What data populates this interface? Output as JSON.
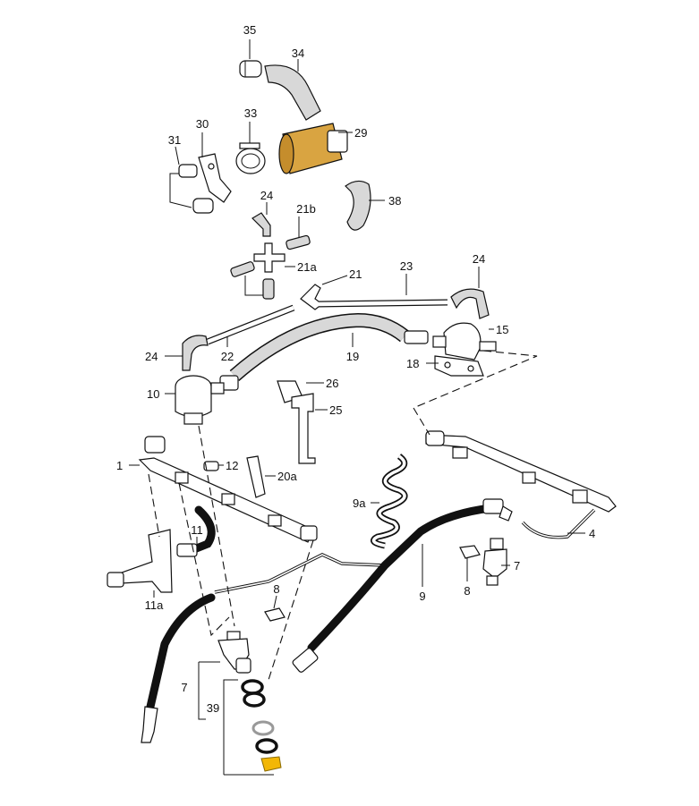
{
  "labels": [
    "35",
    "34",
    "29",
    "33",
    "30",
    "31",
    "38",
    "24",
    "21b",
    "21a",
    "21",
    "23",
    "24",
    "15",
    "18",
    "24",
    "22",
    "19",
    "10",
    "26",
    "25",
    "1",
    "12",
    "20a",
    "9a",
    "4",
    "11",
    "7",
    "8",
    "9",
    "11a",
    "8",
    "7",
    "39"
  ],
  "colors": {
    "solenoid": "#d9a441",
    "plug": "#f2b705",
    "line": "#111111"
  }
}
